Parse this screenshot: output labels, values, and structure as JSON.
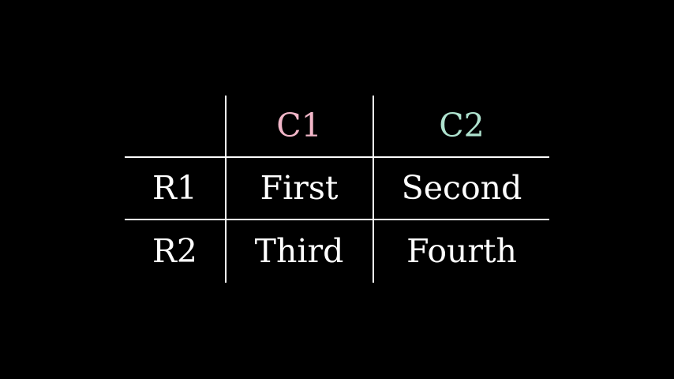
{
  "colors": {
    "background": "#000000",
    "line": "#ffffff",
    "text": "#ffffff",
    "col_label_1": "#f1b6c8",
    "col_label_2": "#aee2ce"
  },
  "table": {
    "col_labels": [
      "C1",
      "C2"
    ],
    "row_labels": [
      "R1",
      "R2"
    ],
    "rows": [
      {
        "cells": [
          "First",
          "Second"
        ]
      },
      {
        "cells": [
          "Third",
          "Fourth"
        ]
      }
    ]
  }
}
